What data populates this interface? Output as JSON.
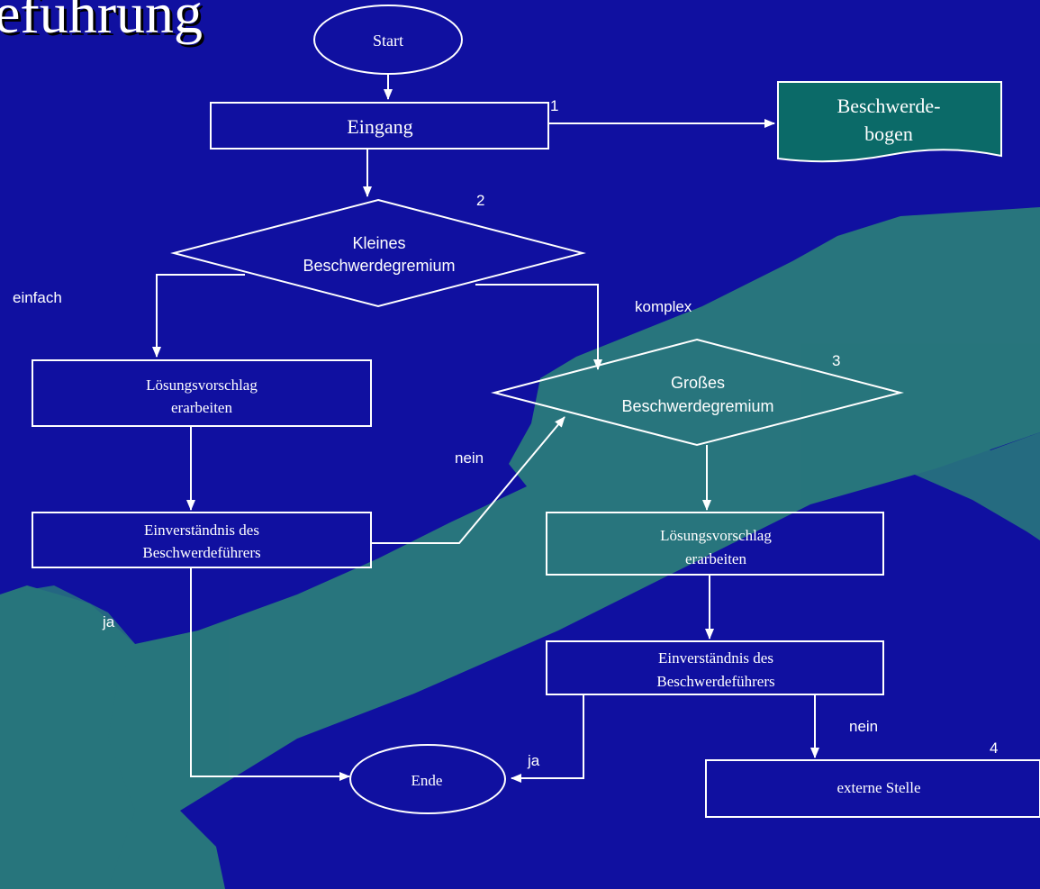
{
  "slide": {
    "title": "efuhrung",
    "colors": {
      "background": "#1010a0",
      "line": "#ffffff",
      "hand_shape": "#2a7e7a",
      "document_fill": "#0b6a68"
    }
  },
  "diagram": {
    "start": "Start",
    "end": "Ende",
    "eingang": "Eingang",
    "document": {
      "line1": "Beschwerde-",
      "line2": "bogen"
    },
    "small_board": {
      "line1": "Kleines",
      "line2": "Beschwerdegremium"
    },
    "large_board": {
      "line1": "Großes",
      "line2": "Beschwerdegremium"
    },
    "left_solution": {
      "line1": "Lösungsvorschlag",
      "line2": "erarbeiten"
    },
    "left_consent": {
      "line1": "Einverständnis des",
      "line2": "Beschwerdeführers"
    },
    "right_solution": {
      "line1": "Lösungsvorschlag",
      "line2": "erarbeiten"
    },
    "right_consent": {
      "line1": "Einverständnis des",
      "line2": "Beschwerdeführers"
    },
    "external": "externe Stelle",
    "labels": {
      "einfach": "einfach",
      "komplex": "komplex",
      "nein_left": "nein",
      "ja_left": "ja",
      "ja_right": "ja",
      "nein_right": "nein"
    },
    "step_numbers": {
      "n1": "1",
      "n2": "2",
      "n3": "3",
      "n4": "4"
    }
  }
}
